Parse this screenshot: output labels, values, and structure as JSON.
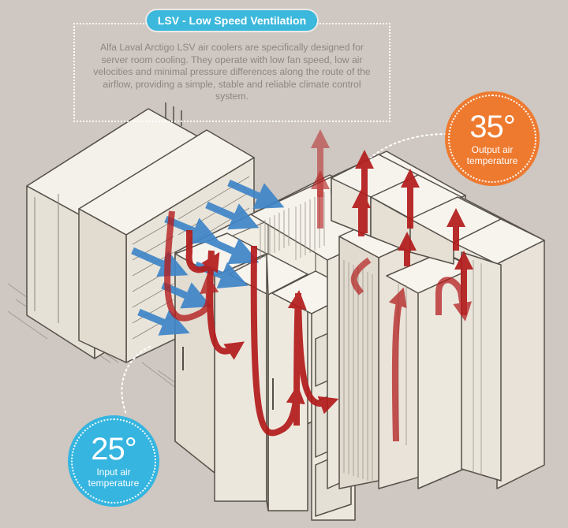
{
  "title": "LSV - Low Speed Ventilation",
  "description": "Alfa Laval Arctigo LSV air coolers are specifically designed for server room cooling. They operate with low fan speed, low air velocities and minimal pressure differences along the route of the airflow, providing a simple, stable and reliable climate control system.",
  "output_badge": {
    "value": "35°",
    "caption_line1": "Output air",
    "caption_line2": "temperature"
  },
  "input_badge": {
    "value": "25°",
    "caption_line1": "Input air",
    "caption_line2": "temperature"
  },
  "colors": {
    "background": "#cfc7c1",
    "title_pill": "#3bb8dc",
    "output_badge": "#ee7a2f",
    "input_badge": "#35b5e0",
    "cold_air_arrow": "#3f86c8",
    "hot_air_arrow": "#b31d1d",
    "cabinet_fill": "#f1ede3",
    "cabinet_line": "#555049"
  },
  "icons": [
    "cold-air-arrow-icon",
    "hot-air-arrow-icon"
  ]
}
